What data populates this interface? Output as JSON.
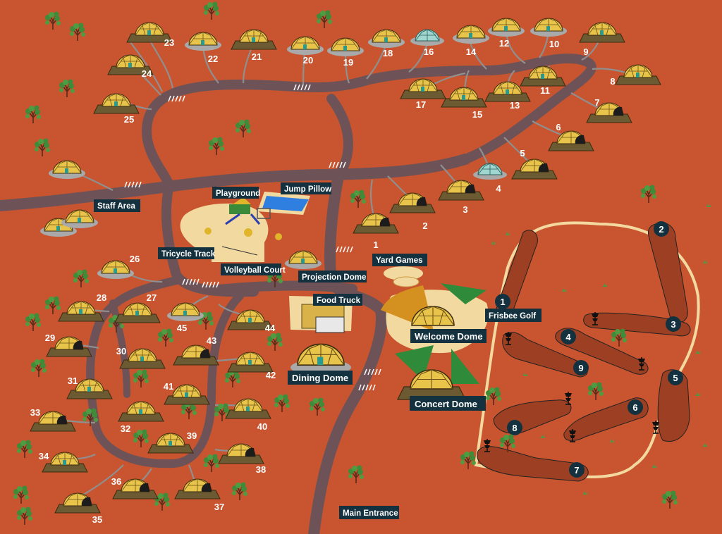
{
  "map": {
    "colors": {
      "ground": "#c8552f",
      "road": "#6d5358",
      "label_bg": "#14313f",
      "dome": "#e8c54a",
      "dome_glass": "#9fd6cf",
      "platform": "#6b5a32",
      "fairway": "#9c3f22",
      "fairway_border": "#f3d9a0",
      "grass": "#2f8a3a",
      "sand": "#f2d9a0"
    },
    "labels": {
      "staff_area": "Staff Area",
      "playground": "Playground",
      "jump_pillow": "Jump Pillow",
      "tricycle_track": "Tricycle Track",
      "volleyball_court": "Volleyball Court",
      "projection_dome": "Projection Dome",
      "yard_games": "Yard Games",
      "food_truck": "Food Truck",
      "frisbee_golf": "Frisbee Golf",
      "welcome_dome": "Welcome Dome",
      "dining_dome": "Dining Dome",
      "concert_dome": "Concert Dome",
      "main_entrance": "Main Entrance"
    },
    "dome_numbers": {
      "d1": "1",
      "d2": "2",
      "d3": "3",
      "d4": "4",
      "d5": "5",
      "d6": "6",
      "d7": "7",
      "d8": "8",
      "d9": "9",
      "d10": "10",
      "d11": "11",
      "d12": "12",
      "d13": "13",
      "d14": "14",
      "d15": "15",
      "d16": "16",
      "d17": "17",
      "d18": "18",
      "d19": "19",
      "d20": "20",
      "d21": "21",
      "d22": "22",
      "d23": "23",
      "d24": "24",
      "d25": "25",
      "d26": "26",
      "d27": "27",
      "d28": "28",
      "d29": "29",
      "d30": "30",
      "d31": "31",
      "d32": "32",
      "d33": "33",
      "d34": "34",
      "d35": "35",
      "d36": "36",
      "d37": "37",
      "d38": "38",
      "d39": "39",
      "d40": "40",
      "d41": "41",
      "d42": "42",
      "d43": "43",
      "d44": "44",
      "d45": "45"
    },
    "golf_holes": {
      "h1": "1",
      "h2": "2",
      "h3": "3",
      "h4": "4",
      "h5": "5",
      "h6": "6",
      "h7": "7",
      "h8": "8",
      "h9": "9"
    },
    "icons": [
      "dome-icon",
      "tree-icon",
      "disc-golf-basket-icon",
      "parking-icon",
      "grass-tuft-icon"
    ]
  }
}
